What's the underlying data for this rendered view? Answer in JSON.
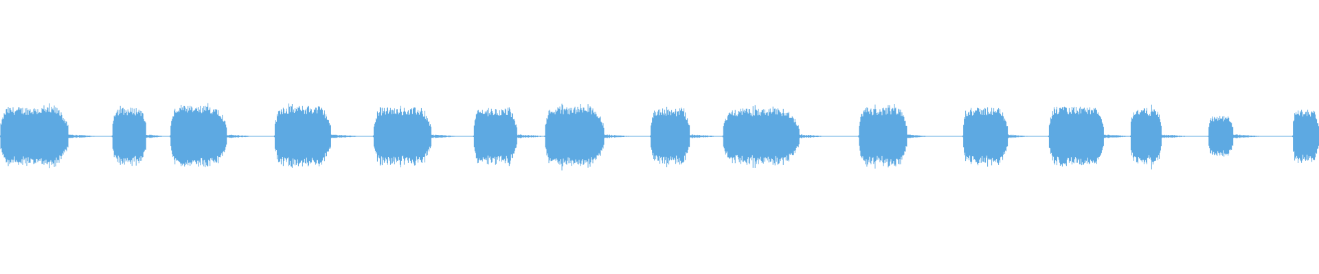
{
  "waveform": {
    "color": "#5da9e2",
    "amplitude_scale": "relative (0-1)",
    "baseline_noise": 0.01,
    "segments": [
      {
        "start": 0.0,
        "end": 0.052,
        "amp": 0.9
      },
      {
        "start": 0.085,
        "end": 0.111,
        "amp": 0.88
      },
      {
        "start": 0.129,
        "end": 0.172,
        "amp": 0.93
      },
      {
        "start": 0.208,
        "end": 0.251,
        "amp": 0.93
      },
      {
        "start": 0.283,
        "end": 0.327,
        "amp": 0.88
      },
      {
        "start": 0.359,
        "end": 0.392,
        "amp": 0.85
      },
      {
        "start": 0.413,
        "end": 0.458,
        "amp": 0.92
      },
      {
        "start": 0.493,
        "end": 0.523,
        "amp": 0.85
      },
      {
        "start": 0.548,
        "end": 0.606,
        "amp": 0.85
      },
      {
        "start": 0.651,
        "end": 0.688,
        "amp": 0.88
      },
      {
        "start": 0.73,
        "end": 0.764,
        "amp": 0.87
      },
      {
        "start": 0.795,
        "end": 0.837,
        "amp": 0.91
      },
      {
        "start": 0.857,
        "end": 0.881,
        "amp": 0.86
      },
      {
        "start": 0.916,
        "end": 0.935,
        "amp": 0.62
      },
      {
        "start": 0.98,
        "end": 1.0,
        "amp": 0.82
      }
    ]
  }
}
